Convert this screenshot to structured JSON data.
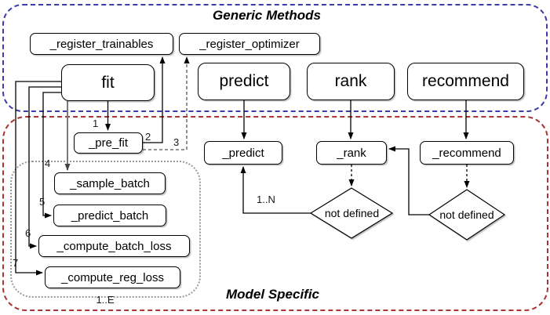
{
  "generic": {
    "title": "Generic Methods",
    "register_trainables": "_register_trainables",
    "register_optimizer": "_register_optimizer",
    "fit": "fit",
    "predict": "predict",
    "rank": "rank",
    "recommend": "recommend"
  },
  "model": {
    "title": "Model Specific",
    "pre_fit": "_pre_fit",
    "sample_batch": "_sample_batch",
    "predict_batch": "_predict_batch",
    "compute_batch_loss": "_compute_batch_loss",
    "compute_reg_loss": "_compute_reg_loss",
    "predict": "_predict",
    "rank": "_rank",
    "recommend": "_recommend",
    "rank_fallback": "not defined",
    "recommend_fallback": "not defined",
    "epoch_loop_label": "1..E"
  },
  "edge_labels": {
    "step1": "1",
    "step2": "2",
    "step3": "3",
    "step4": "4",
    "step5": "5",
    "step6": "6",
    "step7": "7",
    "batch_loop": "1..N"
  },
  "colors": {
    "generic_border": "#3b3bab",
    "model_border": "#aa3333",
    "inner_loop_border": "#9a9a9a",
    "node_border": "#000000",
    "node_fill": "#ffffff"
  }
}
